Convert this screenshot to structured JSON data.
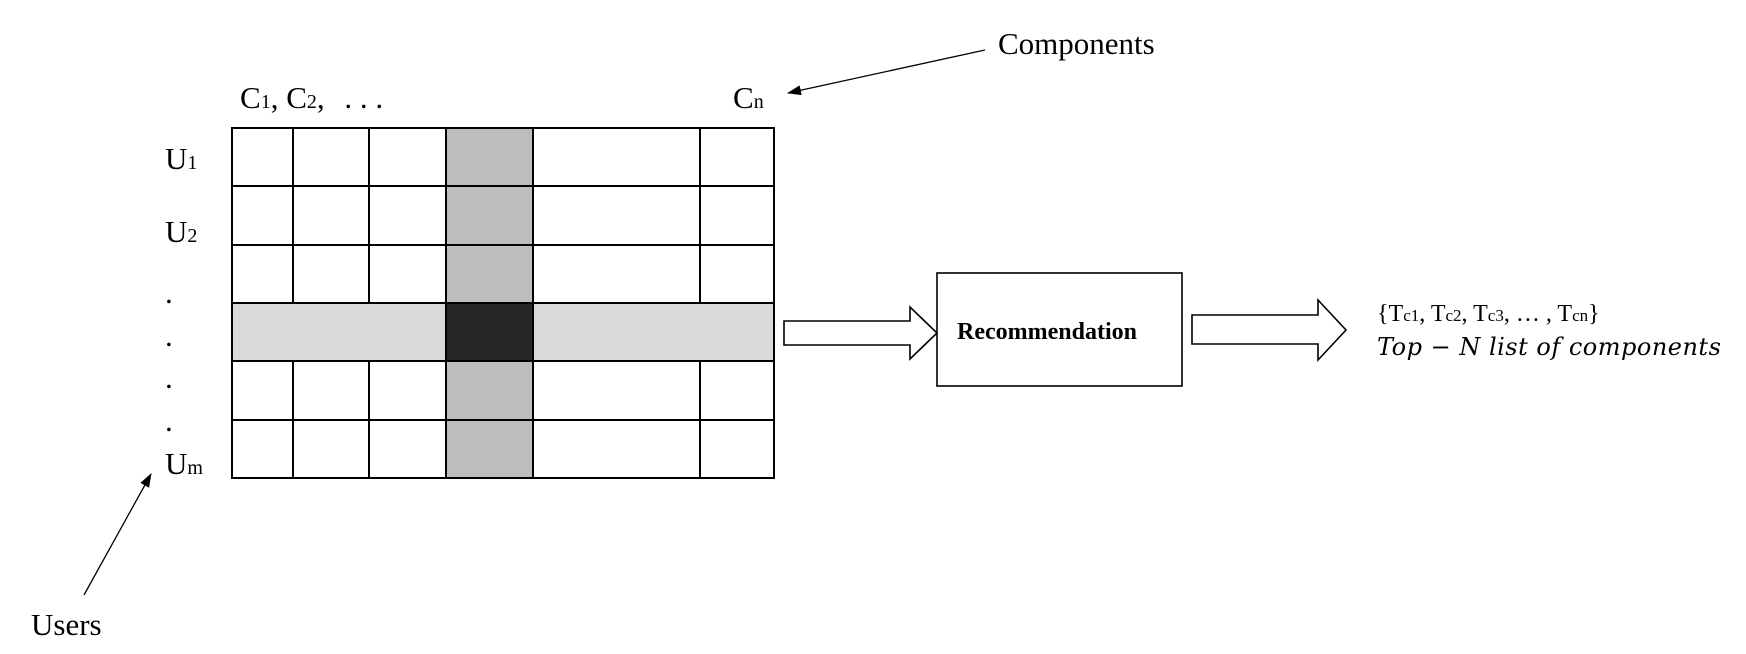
{
  "annotations": {
    "components": "Components",
    "users": "Users"
  },
  "column_headers": {
    "c1_main": "C",
    "c1_sub": "1",
    "c2_main": "C",
    "c2_sub": "2",
    "sep1": ",",
    "sep2": ",",
    "ellipsis": ". . .",
    "cn_main": "C",
    "cn_sub": "n"
  },
  "row_headers": {
    "u1_main": "U",
    "u1_sub": "1",
    "u2_main": "U",
    "u2_sub": "2",
    "dot": ".",
    "um_main": "U",
    "um_sub": "m"
  },
  "matrix": {
    "rows": 6,
    "columns": 6,
    "highlight_column_index": 3,
    "highlight_row_index": 3,
    "colors": {
      "column_fill": "#bdbdbd",
      "row_fill": "#d9d9d9",
      "intersection_fill": "#262626",
      "empty_fill": "#ffffff",
      "line": "#000000"
    }
  },
  "process": {
    "box_label": "Recommendation"
  },
  "output": {
    "open_brace": "{",
    "close_brace": "}",
    "t": "T",
    "s1": "c1",
    "s2": "c2",
    "s3": "c3",
    "sn": "cn",
    "comma": ", ",
    "ellipsis": "… , ",
    "caption": "Top − N list of components"
  }
}
